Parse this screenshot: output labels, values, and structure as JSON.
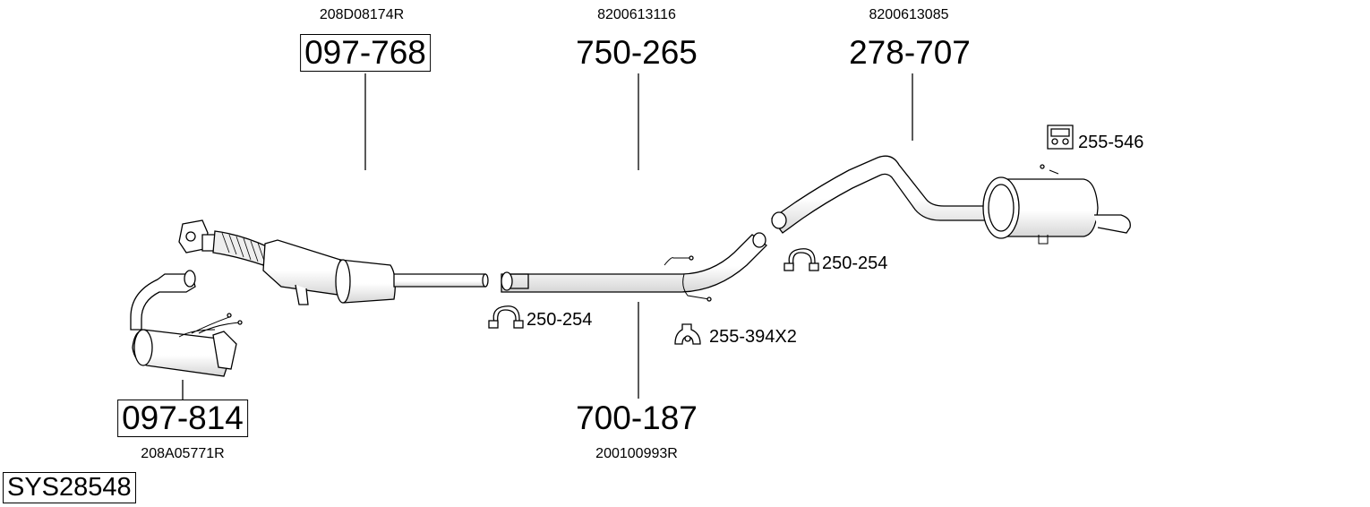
{
  "system": {
    "code": "SYS28548"
  },
  "parts": {
    "front_pipe_cat": {
      "oe": "208D08174R",
      "number": "097-768"
    },
    "dpf": {
      "oe": "208A05771R",
      "number": "097-814"
    },
    "middle_upper": {
      "oe": "8200613116",
      "number": "750-265"
    },
    "middle_lower": {
      "oe": "200100993R",
      "number": "700-187"
    },
    "rear_silencer": {
      "oe": "8200613085",
      "number": "278-707"
    }
  },
  "accessories": {
    "clamp_left": {
      "number": "250-254",
      "icon": "clamp-icon"
    },
    "clamp_right": {
      "number": "250-254",
      "icon": "clamp-icon"
    },
    "rubber_mount_pair": {
      "number": "255-394X2",
      "icon": "rubber-mount-icon"
    },
    "rear_mount": {
      "number": "255-546",
      "icon": "rear-mount-icon"
    }
  },
  "colors": {
    "line": "#000000",
    "part_fill": "#ffffff",
    "shade": "#e6e6e6",
    "background": "#ffffff"
  }
}
